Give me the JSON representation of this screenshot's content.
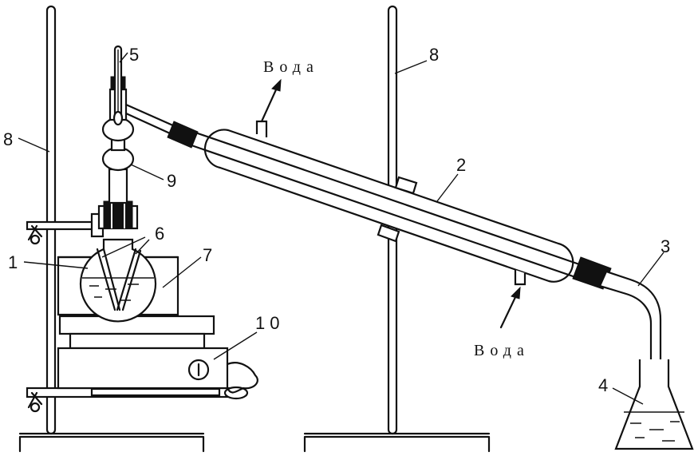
{
  "labels": {
    "l1": "1",
    "l2": "2",
    "l3": "3",
    "l4": "4",
    "l5": "5",
    "l6": "6",
    "l7": "7",
    "l8a": "8",
    "l8b": "8",
    "l9": "9",
    "l10": "10"
  },
  "water_top": "Вода",
  "water_bottom": "Вода",
  "colors": {
    "ink": "#111111",
    "paper": "#ffffff"
  }
}
